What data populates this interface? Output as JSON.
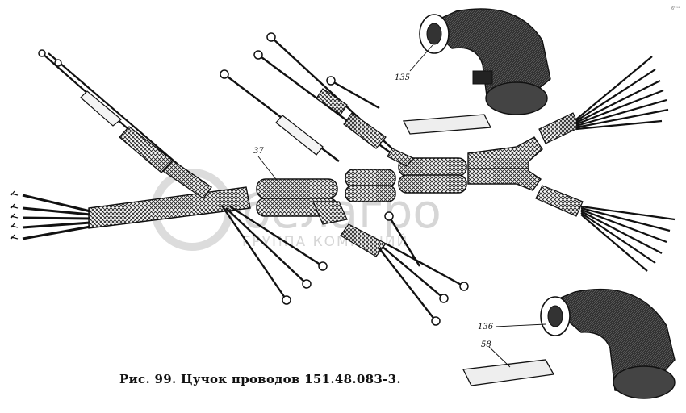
{
  "figure": {
    "caption": "Рис. 99. Цучок проводов 151.48.083-3.",
    "watermark": {
      "brand": "белагро",
      "subtitle": "ГРУППА КОМПАНИЙ"
    },
    "callouts": [
      "37",
      "135",
      "136",
      "58"
    ],
    "corner_mark": "6ᵗ·ᵛᵉ"
  },
  "colors": {
    "ink": "#1a1a1a",
    "paper": "#ffffff",
    "watermark": "#d6d6d6"
  }
}
